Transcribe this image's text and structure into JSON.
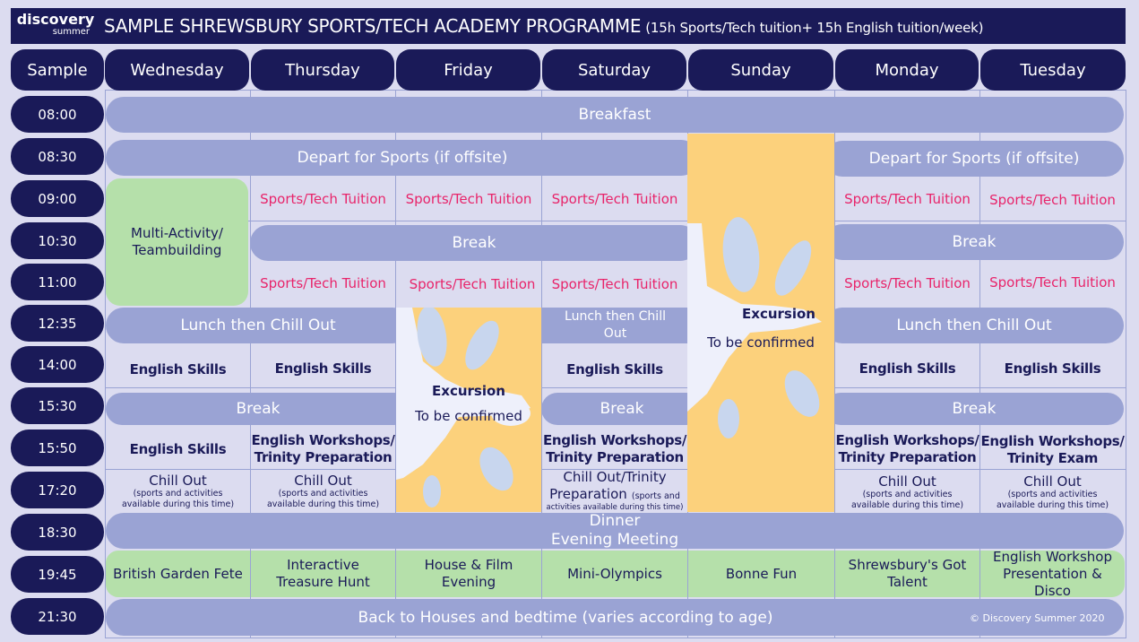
{
  "header": {
    "logo_word": "discovery",
    "logo_sub": "summer",
    "title_main": "SAMPLE SHREWSBURY SPORTS/TECH ACADEMY PROGRAMME",
    "title_sub": "(15h Sports/Tech tuition+ 15h English tuition/week)"
  },
  "columns": [
    "Sample",
    "Wednesday",
    "Thursday",
    "Friday",
    "Saturday",
    "Sunday",
    "Monday",
    "Tuesday"
  ],
  "times": [
    "08:00",
    "08:30",
    "09:00",
    "10:30",
    "11:00",
    "12:35",
    "14:00",
    "15:30",
    "15:50",
    "17:20",
    "18:30",
    "19:45",
    "21:30"
  ],
  "bands": {
    "breakfast": "Breakfast",
    "depart": "Depart for Sports (if offsite)",
    "break": "Break",
    "lunch": "Lunch then Chill Out",
    "lunch_sat": "Lunch then Chill Out",
    "dinner": "Dinner",
    "evening": "Evening Meeting",
    "bedtime": "Back to Houses and bedtime (varies according to age)",
    "copyright": "© Discovery Summer 2020"
  },
  "multi_activity": "Multi-Activity/ Teambuilding",
  "sports": "Sports/Tech Tuition",
  "english": "English Skills",
  "workshops": {
    "line1": "English Workshops/",
    "line2": "Trinity Preparation",
    "exam_line2": "Trinity Exam"
  },
  "chill": {
    "title": "Chill Out",
    "sub": "(sports and activities available during this time)",
    "sat_title": "Chill Out/Trinity",
    "sat_title2": "Preparation",
    "sat_sub_a": "(sports and",
    "sat_sub_b": "activities available during this time)"
  },
  "excursion": {
    "title": "Excursion",
    "sub": "To be confirmed"
  },
  "evening_activities": [
    "British Garden Fete",
    "Interactive Treasure Hunt",
    "House & Film Evening",
    "Mini-Olympics",
    "Bonne Fun",
    "Shrewsbury's Got Talent",
    "English Workshop Presentation & Disco"
  ],
  "colors": {
    "navy": "#1a1a58",
    "band_blue": "#9aa3d4",
    "green": "#b5e0aa",
    "orange": "#fcd17c",
    "pink": "#e8246a",
    "background": "#dcdcf0"
  }
}
